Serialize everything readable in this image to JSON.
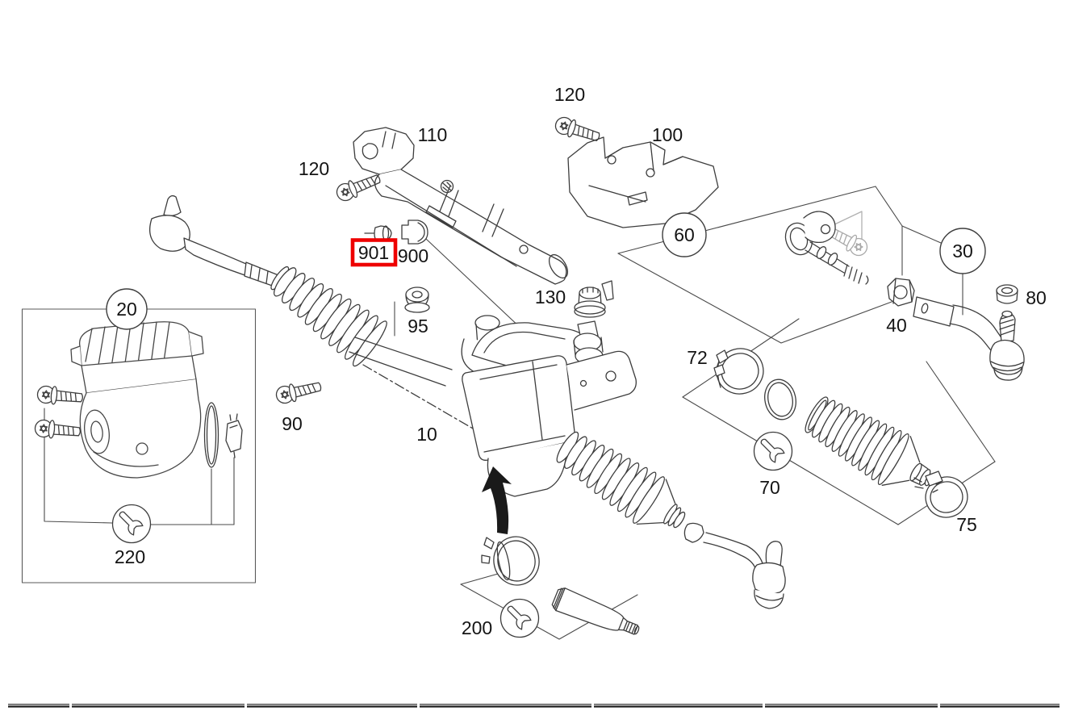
{
  "diagram": {
    "type": "exploded-parts-diagram",
    "highlight": {
      "text": "901",
      "box_color": "#ee0000"
    },
    "labels": [
      {
        "id": "bolt-left",
        "text": "120"
      },
      {
        "id": "heat-shield-upper",
        "text": "110"
      },
      {
        "id": "bolt-top",
        "text": "120"
      },
      {
        "id": "heat-shield-lower",
        "text": "100"
      },
      {
        "id": "sensor-plug",
        "text": "900"
      },
      {
        "id": "flange-nut",
        "text": "95"
      },
      {
        "id": "grommet",
        "text": "130"
      },
      {
        "id": "steering-gear",
        "text": "10"
      },
      {
        "id": "bolt-lower",
        "text": "90"
      },
      {
        "id": "lock-nut-inner",
        "text": "40"
      },
      {
        "id": "lock-nut-outer",
        "text": "80"
      },
      {
        "id": "boot-clamp-large",
        "text": "72"
      },
      {
        "id": "boot-kit",
        "text": "70"
      },
      {
        "id": "boot-clamp-small",
        "text": "75"
      },
      {
        "id": "motor-repair-kit",
        "text": "220"
      },
      {
        "id": "seal-repair-kit",
        "text": "200"
      }
    ],
    "balloons": [
      {
        "id": "group-motor",
        "text": "20"
      },
      {
        "id": "group-tie-rod",
        "text": "60"
      },
      {
        "id": "group-tie-rod-end",
        "text": "30"
      }
    ],
    "colors": {
      "line": "#3d3d3d",
      "light_line": "#a9a9a9",
      "label": "#141414",
      "highlight": "#ee0000"
    },
    "tool_badge_count": 3,
    "footer_rule_segments": 7
  }
}
